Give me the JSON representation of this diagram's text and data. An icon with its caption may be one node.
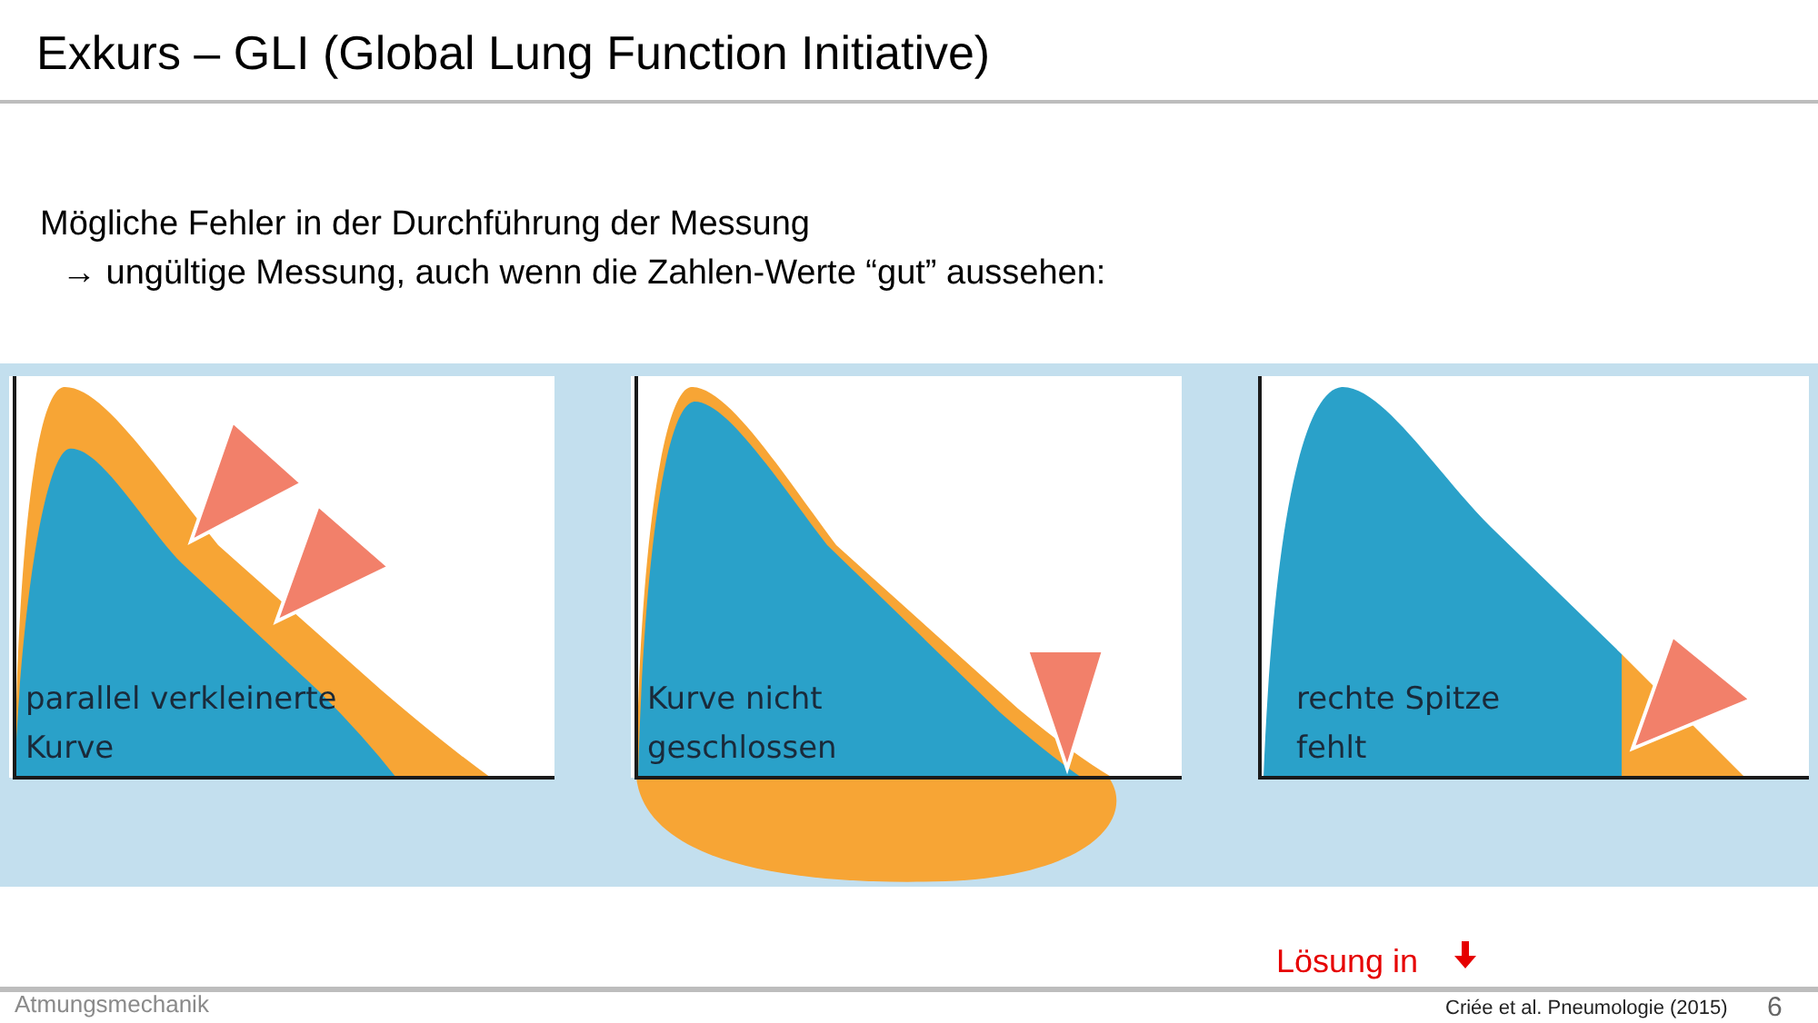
{
  "diagram": {
    "title": "Exkurs – GLI (Global Lung Function Initiative)",
    "nodes": [
      {
        "text": [
          "parallel verkleinerte Kurve"
        ]
      },
      {
        "text": [
          "Kurve nicht geschlossen"
        ]
      },
      {
        "text": [
          "rechte Spitze fehlt"
        ]
      }
    ],
    "labels": [
      "Mögliche Fehler in der Durchführung der Messung",
      "→ ungültige Messung, auch wenn die Zahlen-Werte “gut” aussehen:",
      "Lösung in",
      "Atmungsmechanik",
      "Criée et al. Pneumologie (2015)",
      "6"
    ]
  }
}
